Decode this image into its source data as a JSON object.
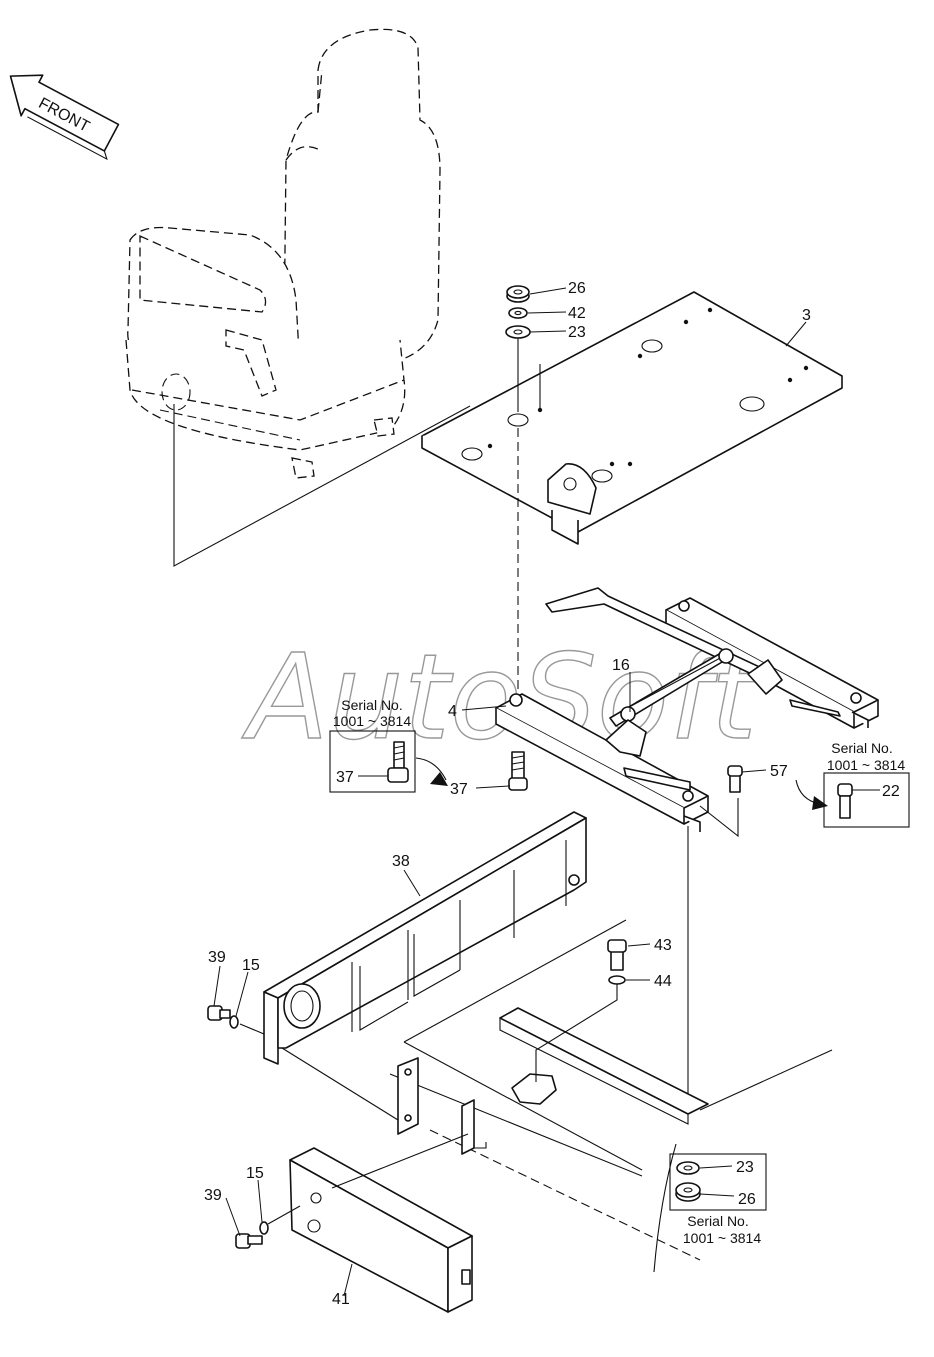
{
  "front_label": "FRONT",
  "watermark": "AutoSoft",
  "callouts": {
    "c3": "3",
    "c4": "4",
    "c15a": "15",
    "c15b": "15",
    "c16": "16",
    "c22": "22",
    "c23a": "23",
    "c23b": "23",
    "c26a": "26",
    "c26b": "26",
    "c37a": "37",
    "c37b": "37",
    "c38": "38",
    "c39a": "39",
    "c39b": "39",
    "c41": "41",
    "c42": "42",
    "c43": "43",
    "c44": "44",
    "c57": "57"
  },
  "serial_notes": [
    {
      "title": "Serial No.",
      "range": "1001 ~ 3814"
    },
    {
      "title": "Serial No.",
      "range": "1001 ~ 3814"
    },
    {
      "title": "Serial No.",
      "range": "1001 ~ 3814"
    }
  ]
}
